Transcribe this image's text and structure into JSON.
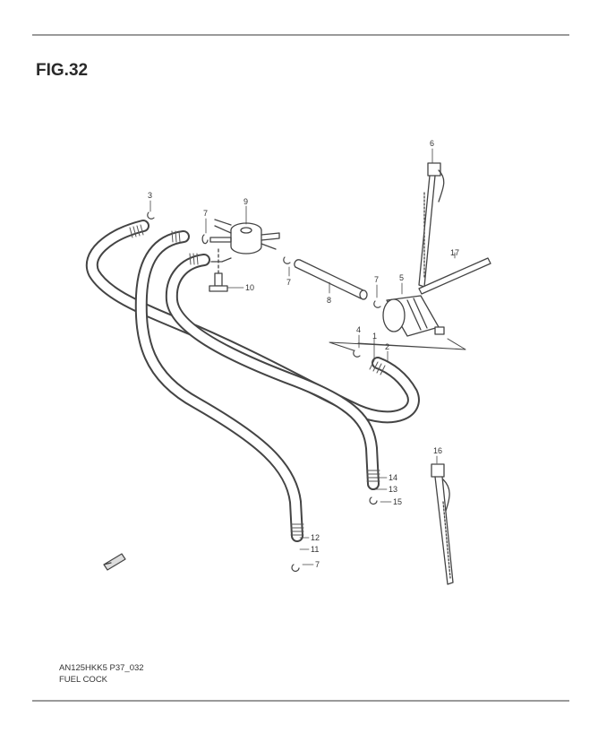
{
  "figure": {
    "title": "FIG.32"
  },
  "callouts": [
    "1",
    "2",
    "3",
    "4",
    "5",
    "6",
    "7",
    "7",
    "7",
    "7",
    "8",
    "9",
    "10",
    "11",
    "12",
    "13",
    "14",
    "15",
    "16",
    "17"
  ],
  "footer": {
    "code": "AN125HKK5 P37_032",
    "title": "FUEL COCK"
  },
  "colors": {
    "line": "#444444",
    "rule": "#9a9a9a"
  }
}
